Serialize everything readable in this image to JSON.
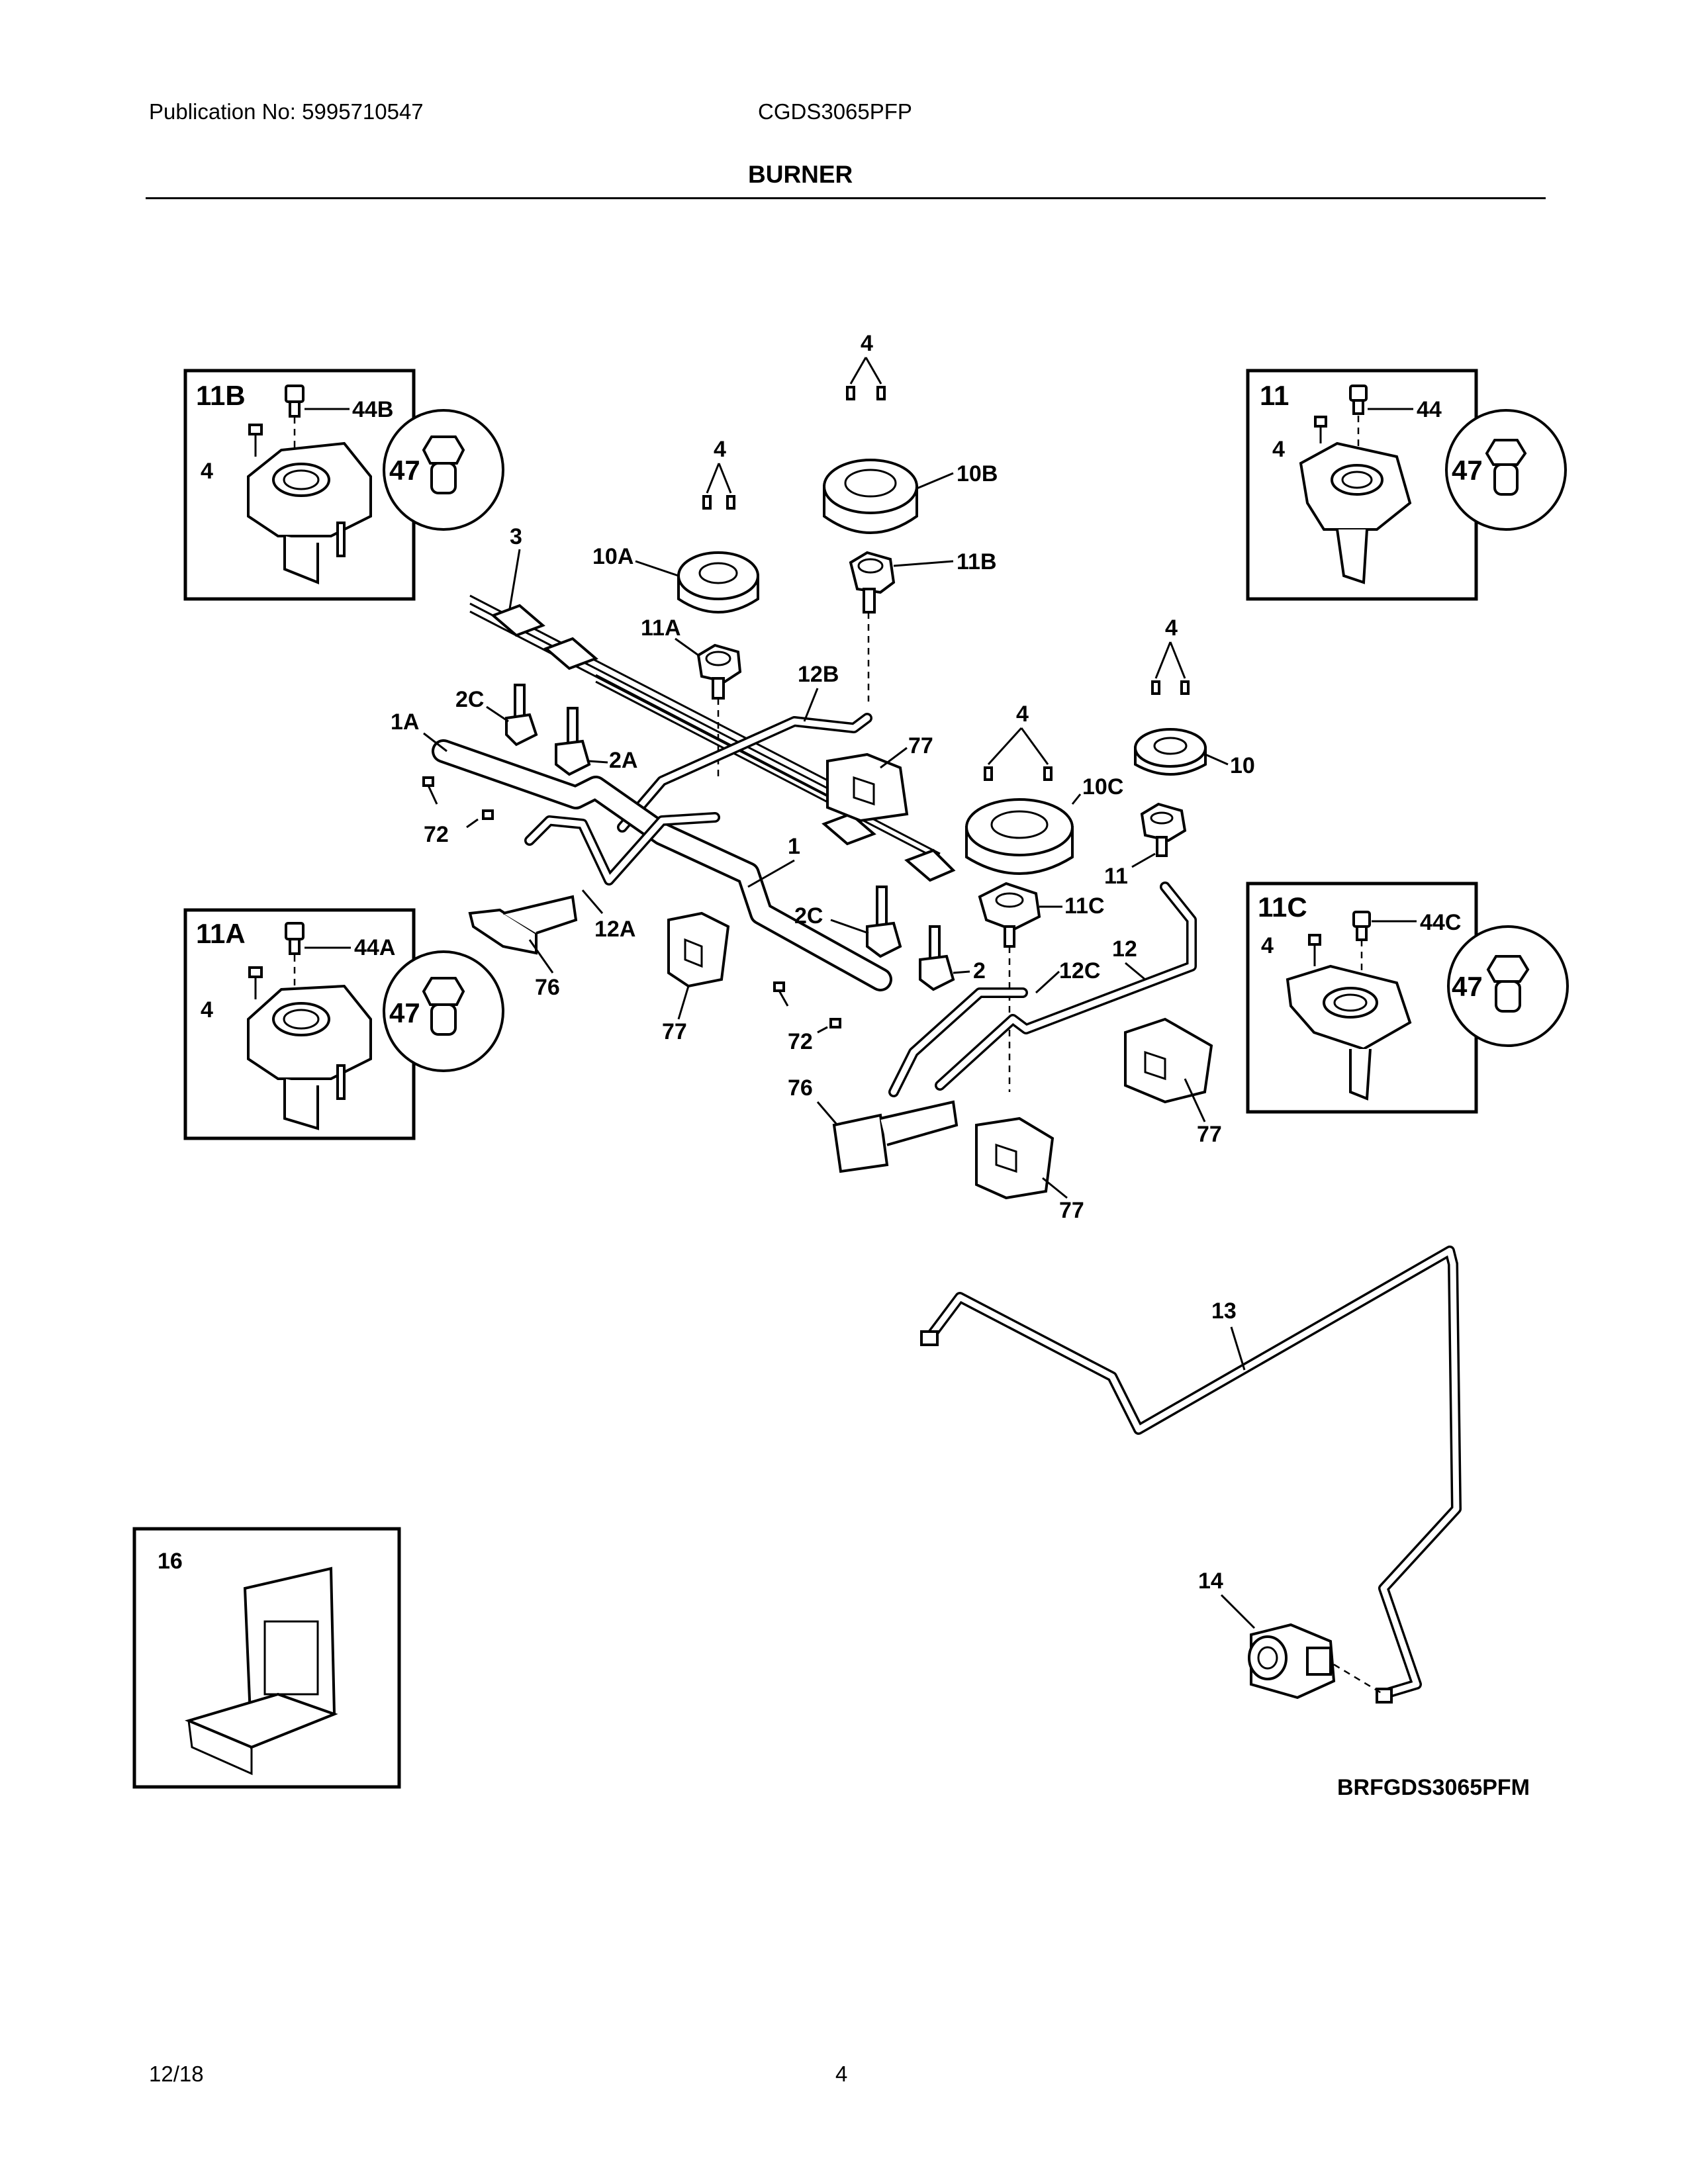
{
  "header": {
    "publication": "Publication No: 5995710547",
    "model": "CGDS3065PFP",
    "section_title": "BURNER"
  },
  "footer": {
    "date": "12/18",
    "page": "4"
  },
  "diagram": {
    "drawing_code": "BRFGDS3065PFM",
    "insets": {
      "inset_11b": {
        "title": "11B",
        "orifice": "44B",
        "screw": "4",
        "cap": "47"
      },
      "inset_11": {
        "title": "11",
        "orifice": "44",
        "screw": "4",
        "cap": "47"
      },
      "inset_11a": {
        "title": "11A",
        "orifice": "44A",
        "screw": "4",
        "cap": "47"
      },
      "inset_11c": {
        "title": "11C",
        "orifice": "44C",
        "screw": "4",
        "cap": "47"
      },
      "inset_16": {
        "title": "16"
      }
    },
    "callouts": {
      "c_4_top": "4",
      "c_10b": "10B",
      "c_11b": "11B",
      "c_4_10a": "4",
      "c_10a": "10A",
      "c_11a": "11A",
      "c_3": "3",
      "c_12b": "12B",
      "c_77_a": "77",
      "c_2c_a": "2C",
      "c_1a": "1A",
      "c_2a": "2A",
      "c_72_a": "72",
      "c_12a": "12A",
      "c_76_a": "76",
      "c_1": "1",
      "c_77_b": "77",
      "c_2c_b": "2C",
      "c_2": "2",
      "c_72_b": "72",
      "c_4_10c": "4",
      "c_10c": "10C",
      "c_4_10": "4",
      "c_10": "10",
      "c_11": "11",
      "c_11c": "11C",
      "c_12c": "12C",
      "c_12": "12",
      "c_76_b": "76",
      "c_77_c": "77",
      "c_77_d": "77",
      "c_13": "13",
      "c_14": "14"
    }
  }
}
